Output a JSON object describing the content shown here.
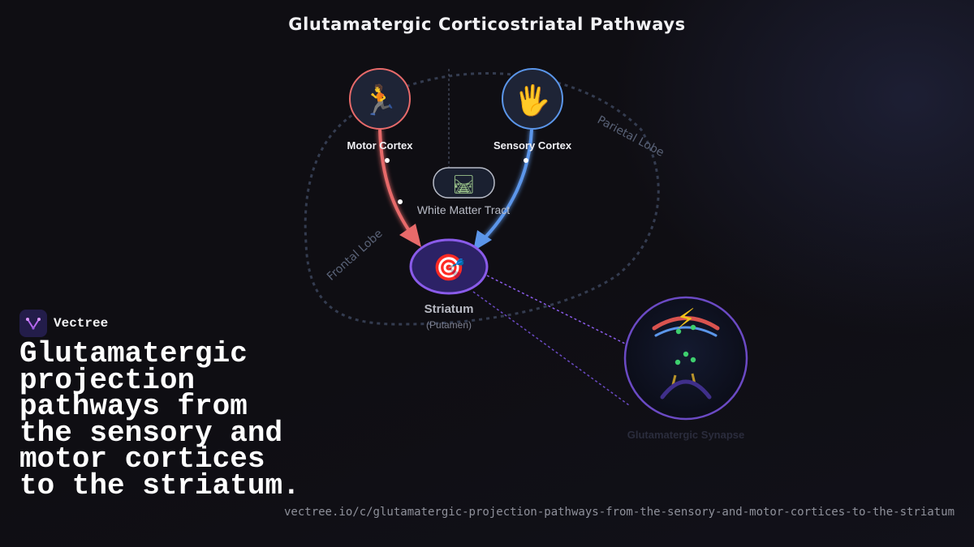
{
  "title": "Glutamatergic Corticostriatal Pathways",
  "nodes": {
    "motor": {
      "label": "Motor Cortex",
      "icon": "runner-icon",
      "glyph": "🏃",
      "color": "#e76a6a"
    },
    "sensory": {
      "label": "Sensory Cortex",
      "icon": "hand-icon",
      "glyph": "🖐",
      "color": "#5b96ea"
    },
    "tract": {
      "label": "White Matter Tract",
      "icon": "railway-track-icon",
      "glyph": "🛤"
    },
    "striatum": {
      "label": "Striatum",
      "sublabel": "(Putamen)",
      "icon": "target-icon",
      "glyph": "🎯",
      "color": "#8a5bea"
    },
    "synapse": {
      "label": "Glutamatergic Synapse",
      "icon": "lightning-icon",
      "glyph": "⚡"
    }
  },
  "lobes": {
    "frontal": "Frontal Lobe",
    "parietal": "Parietal Lobe"
  },
  "brand": {
    "name": "Vectree",
    "icon": "vectree-logo-icon"
  },
  "headline": "Glutamatergic projection pathways from the sensory and motor cortices to the striatum.",
  "url": "vectree.io/c/glutamatergic-projection-pathways-from-the-sensory-and-motor-cortices-to-the-striatum",
  "colors": {
    "background": "#0f0e13",
    "motor": "#e76a6a",
    "sensory": "#5b96ea",
    "striatum": "#8a5bea",
    "lobe_outline": "#343c50"
  }
}
